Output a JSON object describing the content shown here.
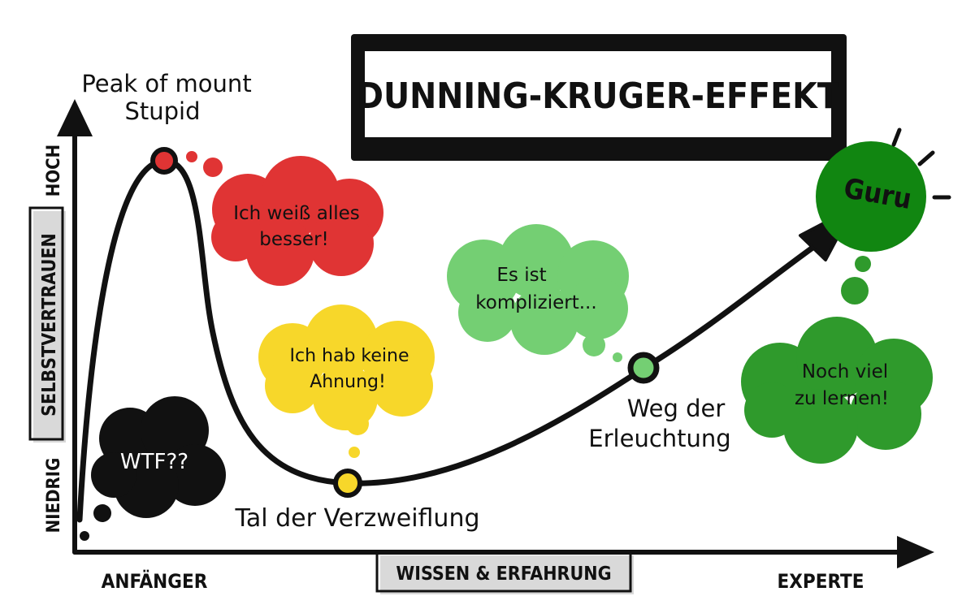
{
  "title": "DUNNING-KRUGER-EFFEKT",
  "y_axis": {
    "label": "SELBSTVERTRAUEN",
    "high": "HOCH",
    "low": "NIEDRIG"
  },
  "x_axis": {
    "label": "WISSEN & ERFAHRUNG",
    "start": "ANFÄNGER",
    "end": "EXPERTE"
  },
  "labels": {
    "peak": [
      "Peak of mount",
      "Stupid"
    ],
    "valley": "Tal der Verzweiflung",
    "path": [
      "Weg der",
      "Erleuchtung"
    ]
  },
  "bubbles": {
    "wtf": [
      "WTF??"
    ],
    "know_all": [
      "Ich weiß alles",
      "besser!"
    ],
    "no_clue": [
      "Ich hab keine",
      "Ahnung!"
    ],
    "complicated": [
      "Es ist",
      "kompliziert..."
    ],
    "learn_more": [
      "Noch viel",
      "zu lernen!"
    ],
    "guru": [
      "Guru"
    ]
  },
  "colors": {
    "red": "#e03434",
    "yellow": "#f7d72a",
    "light_green": "#74cf73",
    "green": "#2f9a2c",
    "dark_green": "#118611",
    "black": "#111111"
  }
}
